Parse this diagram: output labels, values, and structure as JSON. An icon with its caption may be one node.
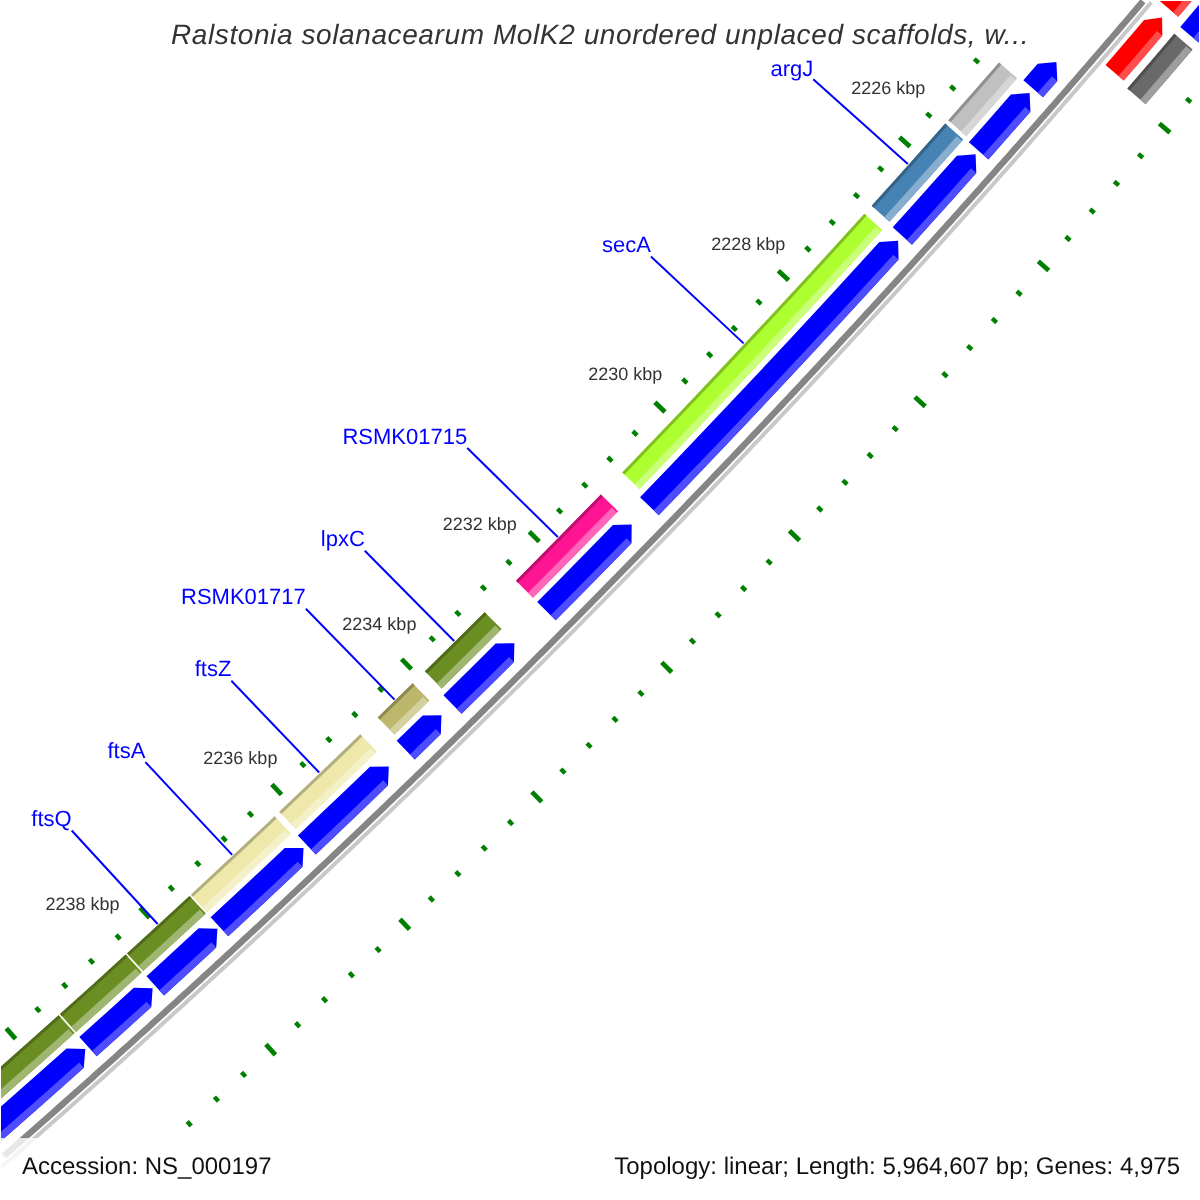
{
  "diagram": {
    "title": "Ralstonia solanacearum MolK2 unordered unplaced scaffolds, w...",
    "nodes": [
      {
        "text": [
          "argJ"
        ]
      },
      {
        "text": [
          "secA"
        ]
      },
      {
        "text": [
          "RSMK01715"
        ]
      },
      {
        "text": [
          "lpxC"
        ]
      },
      {
        "text": [
          "RSMK01717"
        ]
      },
      {
        "text": [
          "ftsZ"
        ]
      },
      {
        "text": [
          "ftsA"
        ]
      },
      {
        "text": [
          "ftsQ"
        ]
      },
      {
        "text": [],
        "shape": "bar"
      },
      {
        "text": [],
        "shape": "bar"
      },
      {
        "text": [],
        "shape": "bar"
      },
      {
        "text": [],
        "shape": "bar"
      },
      {
        "text": [],
        "shape": "bar"
      },
      {
        "text": [],
        "shape": "bar"
      },
      {
        "text": [],
        "shape": "bar"
      },
      {
        "text": [],
        "shape": "bar"
      },
      {
        "text": [],
        "shape": "bar"
      },
      {
        "text": [],
        "shape": "bar"
      },
      {
        "text": [],
        "shape": "bar"
      },
      {
        "text": [],
        "shape": "arrow"
      },
      {
        "text": [],
        "shape": "arrow"
      },
      {
        "text": [],
        "shape": "arrow"
      },
      {
        "text": [],
        "shape": "arrow"
      },
      {
        "text": [],
        "shape": "arrow"
      },
      {
        "text": [],
        "shape": "arrow"
      },
      {
        "text": [],
        "shape": "arrow"
      },
      {
        "text": [],
        "shape": "arrow"
      },
      {
        "text": [],
        "shape": "arrow"
      },
      {
        "text": [],
        "shape": "arrow"
      },
      {
        "text": [],
        "shape": "arrow"
      },
      {
        "text": [],
        "shape": "arrow"
      },
      {
        "text": [],
        "shape": "arrow"
      },
      {
        "text": [],
        "shape": "arrow"
      },
      {
        "text": [],
        "shape": "arrow"
      },
      {
        "text": [],
        "shape": "bar"
      }
    ],
    "edges": [
      {
        "from": 0,
        "to": 9,
        "arrow": "none"
      },
      {
        "from": 1,
        "to": 10,
        "arrow": "none"
      },
      {
        "from": 2,
        "to": 11,
        "arrow": "none"
      },
      {
        "from": 3,
        "to": 12,
        "arrow": "none"
      },
      {
        "from": 4,
        "to": 13,
        "arrow": "none"
      },
      {
        "from": 5,
        "to": 14,
        "arrow": "none"
      },
      {
        "from": 6,
        "to": 15,
        "arrow": "none"
      },
      {
        "from": 7,
        "to": 16,
        "arrow": "none"
      }
    ],
    "labels": [
      "2226 kbp",
      "2228 kbp",
      "2230 kbp",
      "2232 kbp",
      "2234 kbp",
      "2236 kbp",
      "2238 kbp",
      "Accession: NS_000197",
      "Topology: linear; Length: 5,964,607 bp; Genes: 4,975"
    ]
  }
}
